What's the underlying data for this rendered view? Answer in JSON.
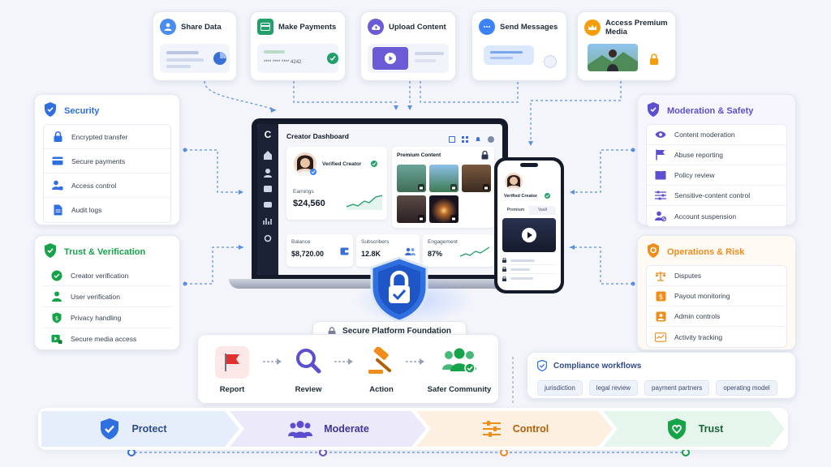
{
  "top_cards": [
    {
      "title": "Share Data",
      "color": "#4a8df0"
    },
    {
      "title": "Make Payments",
      "color": "#22a06b",
      "card_number": "**** **** **** 4242"
    },
    {
      "title": "Upload Content",
      "color": "#6b5bd6"
    },
    {
      "title": "Send Messages",
      "color": "#3b82f6"
    },
    {
      "title": "Access Premium Media",
      "color": "#f59e0b"
    }
  ],
  "security": {
    "title": "Security",
    "color": "#2f6fe0",
    "items": [
      "Encrypted transfer",
      "Secure payments",
      "Access control",
      "Audit logs"
    ]
  },
  "trust": {
    "title": "Trust & Verification",
    "color": "#16a34a",
    "items": [
      "Creator verification",
      "User verification",
      "Privacy handling",
      "Secure media access"
    ]
  },
  "moderation": {
    "title": "Moderation & Safety",
    "color": "#5b4fcf",
    "items": [
      "Content moderation",
      "Abuse reporting",
      "Policy review",
      "Sensitive-content control",
      "Account suspension"
    ]
  },
  "operations": {
    "title": "Operations & Risk",
    "color": "#f08c1a",
    "items": [
      "Disputes",
      "Payout monitoring",
      "Admin controls",
      "Activity tracking"
    ]
  },
  "dashboard": {
    "title": "Creator Dashboard",
    "verified": "Verified Creator",
    "earnings_label": "Earnings",
    "earnings_value": "$24,560",
    "premium_label": "Premium Content",
    "balance_label": "Balance",
    "balance_value": "$8,720.00",
    "subscribers_label": "Subscribers",
    "subscribers_value": "12.8K",
    "engagement_label": "Engagement",
    "engagement_value": "87%"
  },
  "phone": {
    "verified": "Verified Creator",
    "tab_1": "Premium",
    "tab_2": "Vault"
  },
  "foundation": {
    "label": "Secure Platform Foundation"
  },
  "flow_steps": [
    "Report",
    "Review",
    "Action",
    "Safer Community"
  ],
  "compliance": {
    "title": "Compliance workflows",
    "tags": [
      "jurisdiction",
      "legal review",
      "payment partners",
      "operating model"
    ]
  },
  "banner": [
    {
      "label": "Protect",
      "color": "#2f6fe0"
    },
    {
      "label": "Moderate",
      "color": "#5b4fcf"
    },
    {
      "label": "Control",
      "color": "#f08c1a"
    },
    {
      "label": "Trust",
      "color": "#16a34a"
    }
  ]
}
